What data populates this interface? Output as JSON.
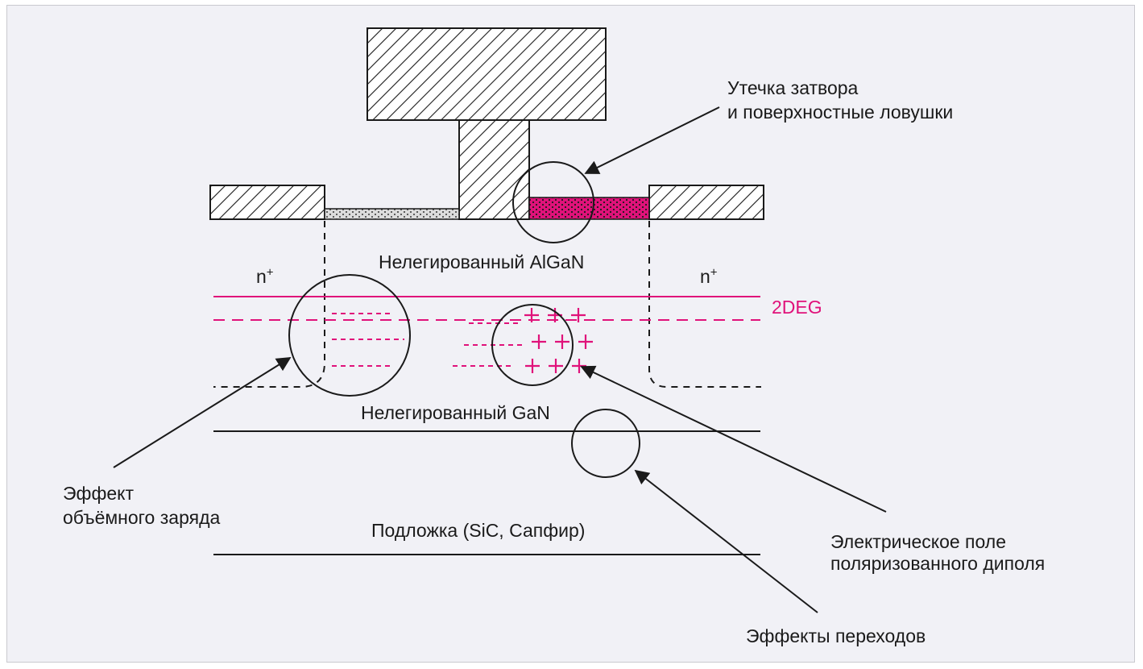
{
  "labels": {
    "gate_leak_line1": "Утечка затвора",
    "gate_leak_line2": "и поверхностные ловушки",
    "algan": "Нелегированный AlGaN",
    "n_plus_base": "n",
    "n_plus_sup": "+",
    "two_deg": "2DEG",
    "gan": "Нелегированный GaN",
    "substrate": "Подложка (SiC, Сапфир)",
    "space_charge_line1": "Эффект",
    "space_charge_line2": "объёмного заряда",
    "dipole_line1": "Электрическое поле",
    "dipole_line2": "поляризованного диполя",
    "transitions": "Эффекты переходов"
  },
  "colors": {
    "background": "#f1f1f6",
    "line": "#1a1a1a",
    "accent_pink": "#e0127a"
  }
}
